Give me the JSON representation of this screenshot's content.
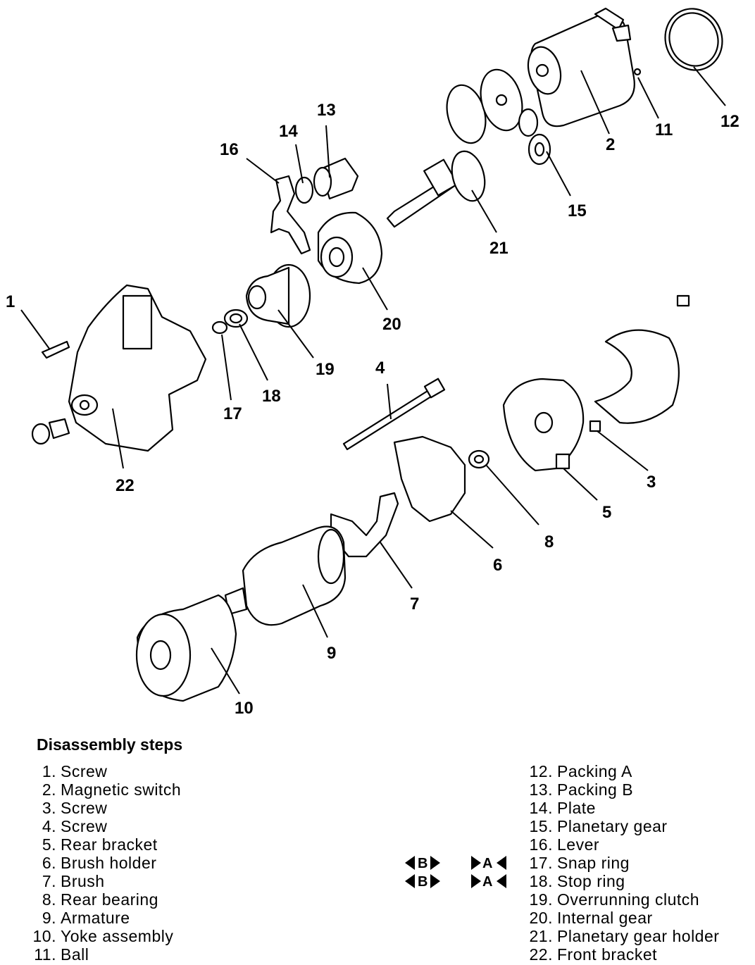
{
  "callouts": [
    "1",
    "2",
    "3",
    "4",
    "5",
    "6",
    "7",
    "8",
    "9",
    "10",
    "11",
    "12",
    "13",
    "14",
    "15",
    "16",
    "17",
    "18",
    "19",
    "20",
    "21",
    "22"
  ],
  "steps_title": "Disassembly steps",
  "steps": [
    {
      "n": "1.",
      "label": "Screw"
    },
    {
      "n": "2.",
      "label": "Magnetic switch"
    },
    {
      "n": "3.",
      "label": "Screw"
    },
    {
      "n": "4.",
      "label": "Screw"
    },
    {
      "n": "5.",
      "label": "Rear bracket"
    },
    {
      "n": "6.",
      "label": "Brush holder"
    },
    {
      "n": "7.",
      "label": "Brush"
    },
    {
      "n": "8.",
      "label": "Rear bearing"
    },
    {
      "n": "9.",
      "label": "Armature"
    },
    {
      "n": "10.",
      "label": "Yoke assembly"
    },
    {
      "n": "11.",
      "label": "Ball"
    },
    {
      "n": "12.",
      "label": "Packing A"
    },
    {
      "n": "13.",
      "label": "Packing B"
    },
    {
      "n": "14.",
      "label": "Plate"
    },
    {
      "n": "15.",
      "label": "Planetary gear"
    },
    {
      "n": "16.",
      "label": "Lever"
    },
    {
      "n": "17.",
      "label": "Snap ring"
    },
    {
      "n": "18.",
      "label": "Stop ring"
    },
    {
      "n": "19.",
      "label": "Overrunning clutch"
    },
    {
      "n": "20.",
      "label": "Internal gear"
    },
    {
      "n": "21.",
      "label": "Planetary gear holder"
    },
    {
      "n": "22.",
      "label": "Front bracket"
    }
  ],
  "service_marks": {
    "row_17": {
      "assembly": "B",
      "disassembly": "A"
    },
    "row_18": {
      "assembly": "B",
      "disassembly": "A"
    }
  }
}
